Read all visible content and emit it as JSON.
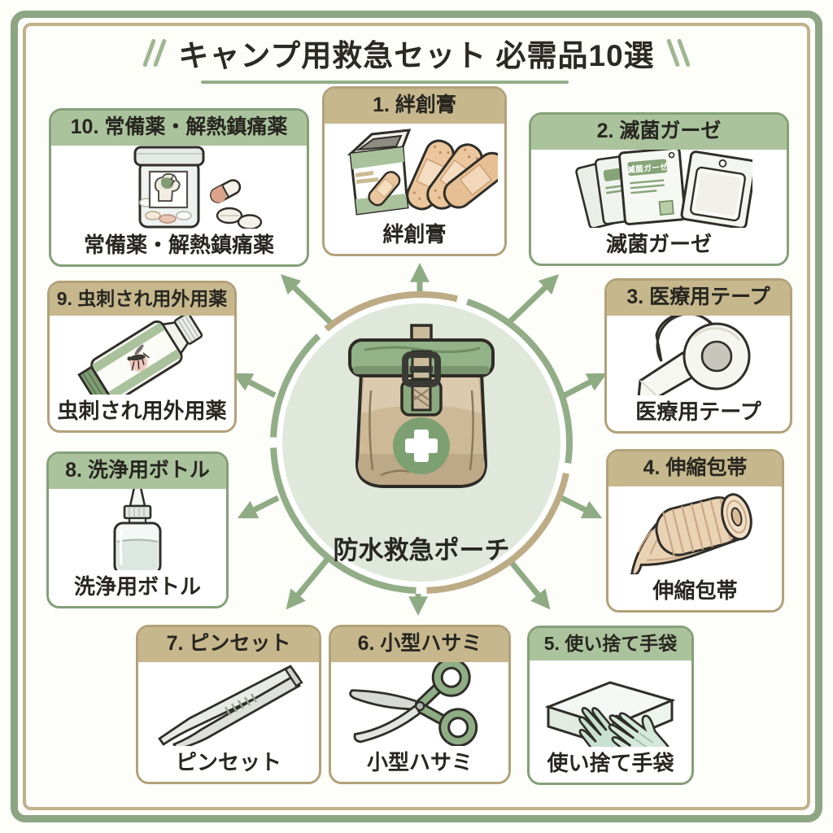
{
  "title": "キャンプ用救急セット 必需品10選",
  "center": {
    "label": "防水救急ポーチ",
    "icon": "first-aid-pouch-icon"
  },
  "items": [
    {
      "number": 1,
      "header": "1. 絆創膏",
      "caption": "絆創膏",
      "theme": "tan",
      "icon": "bandage-icon"
    },
    {
      "number": 2,
      "header": "2. 滅菌ガーゼ",
      "caption": "滅菌ガーゼ",
      "theme": "green",
      "icon": "sterile-gauze-icon",
      "packet_label": "滅菌ガーゼ"
    },
    {
      "number": 3,
      "header": "3. 医療用テープ",
      "caption": "医療用テープ",
      "theme": "tan",
      "icon": "medical-tape-icon"
    },
    {
      "number": 4,
      "header": "4. 伸縮包帯",
      "caption": "伸縮包帯",
      "theme": "tan",
      "icon": "elastic-bandage-icon"
    },
    {
      "number": 5,
      "header": "5. 使い捨て手袋",
      "caption": "使い捨て手袋",
      "theme": "green",
      "icon": "disposable-gloves-icon"
    },
    {
      "number": 6,
      "header": "6. 小型ハサミ",
      "caption": "小型ハサミ",
      "theme": "tan",
      "icon": "small-scissors-icon"
    },
    {
      "number": 7,
      "header": "7. ピンセット",
      "caption": "ピンセット",
      "theme": "tan",
      "icon": "tweezers-icon"
    },
    {
      "number": 8,
      "header": "8. 洗浄用ボトル",
      "caption": "洗浄用ボトル",
      "theme": "green",
      "icon": "irrigation-bottle-icon"
    },
    {
      "number": 9,
      "header": "9. 虫刺され用外用薬",
      "caption": "虫刺され用外用薬",
      "theme": "tan",
      "icon": "insect-bite-ointment-icon"
    },
    {
      "number": 10,
      "header": "10. 常備薬・解熱鎮痛薬",
      "caption": "常備薬・解熱鎮痛薬",
      "theme": "green",
      "icon": "household-medicine-icon"
    }
  ],
  "colors": {
    "frame_green": "#8ca583",
    "frame_tan": "#bfb28b",
    "header_green": "#abc39d",
    "header_tan": "#c6b78d",
    "arrow_green": "#8fab84",
    "hub_fill": "#dfe8da",
    "ring_tan": "#bcab85",
    "ring_green": "#92ad87",
    "pouch_tan": "#cdb997",
    "pouch_green": "#92b287",
    "text": "#272620"
  }
}
